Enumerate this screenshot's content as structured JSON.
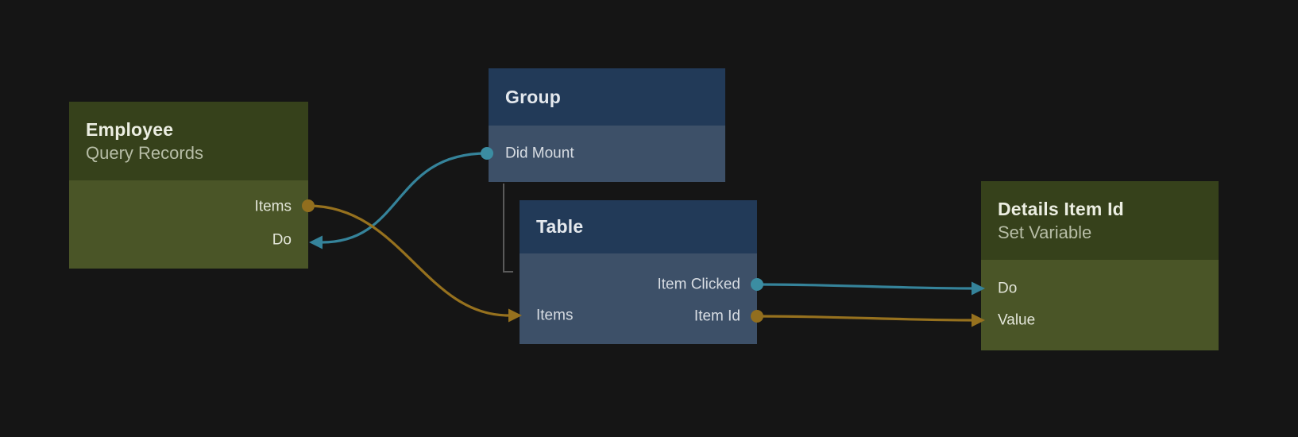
{
  "canvas": {
    "label": "Flow editor canvas"
  },
  "colors": {
    "background": "#151515",
    "green_header": "#36411b",
    "green_body": "#4a5527",
    "blue_header": "#223a58",
    "blue_body": "#3d5068",
    "teal": "#35839a",
    "teal_dot": "#3b8da2",
    "orange": "#96711e",
    "orange_dot": "#926e1e",
    "bracket": "#5a5a5a",
    "title_text_green": "#eceee2",
    "subtitle_text_green": "#b7bda6",
    "title_text_blue": "#e4e8ed",
    "port_text_green": "#e2e5d8",
    "port_text_blue": "#d8dde3"
  },
  "nodes": [
    {
      "id": "employee",
      "title": "Employee",
      "subtitle": "Query Records",
      "theme": "green",
      "ports": [
        {
          "label": "Items",
          "side": "right",
          "direction": "output",
          "connector": "orange"
        },
        {
          "label": "Do",
          "side": "right",
          "direction": "input",
          "connector": "teal"
        }
      ]
    },
    {
      "id": "group",
      "title": "Group",
      "theme": "blue",
      "ports": [
        {
          "label": "Did Mount",
          "side": "left",
          "direction": "output",
          "connector": "teal"
        }
      ]
    },
    {
      "id": "table",
      "title": "Table",
      "theme": "blue",
      "ports": [
        {
          "label": "Item Clicked",
          "side": "right",
          "direction": "output",
          "connector": "teal"
        },
        {
          "label": "Items",
          "side": "left",
          "direction": "input",
          "connector": "orange"
        },
        {
          "label": "Item Id",
          "side": "right",
          "direction": "output",
          "connector": "orange"
        }
      ]
    },
    {
      "id": "details",
      "title": "Details Item Id",
      "subtitle": "Set Variable",
      "theme": "green",
      "ports": [
        {
          "label": "Do",
          "side": "left",
          "direction": "input",
          "connector": "teal"
        },
        {
          "label": "Value",
          "side": "left",
          "direction": "input",
          "connector": "orange"
        }
      ]
    }
  ],
  "edges": [
    {
      "from": "group.Did Mount",
      "to": "employee.Do",
      "connector": "teal"
    },
    {
      "from": "employee.Items",
      "to": "table.Items",
      "connector": "orange"
    },
    {
      "from": "table.Item Clicked",
      "to": "details.Do",
      "connector": "teal"
    },
    {
      "from": "table.Item Id",
      "to": "details.Value",
      "connector": "orange"
    }
  ],
  "hierarchy": [
    {
      "parent": "group",
      "child": "table"
    }
  ]
}
